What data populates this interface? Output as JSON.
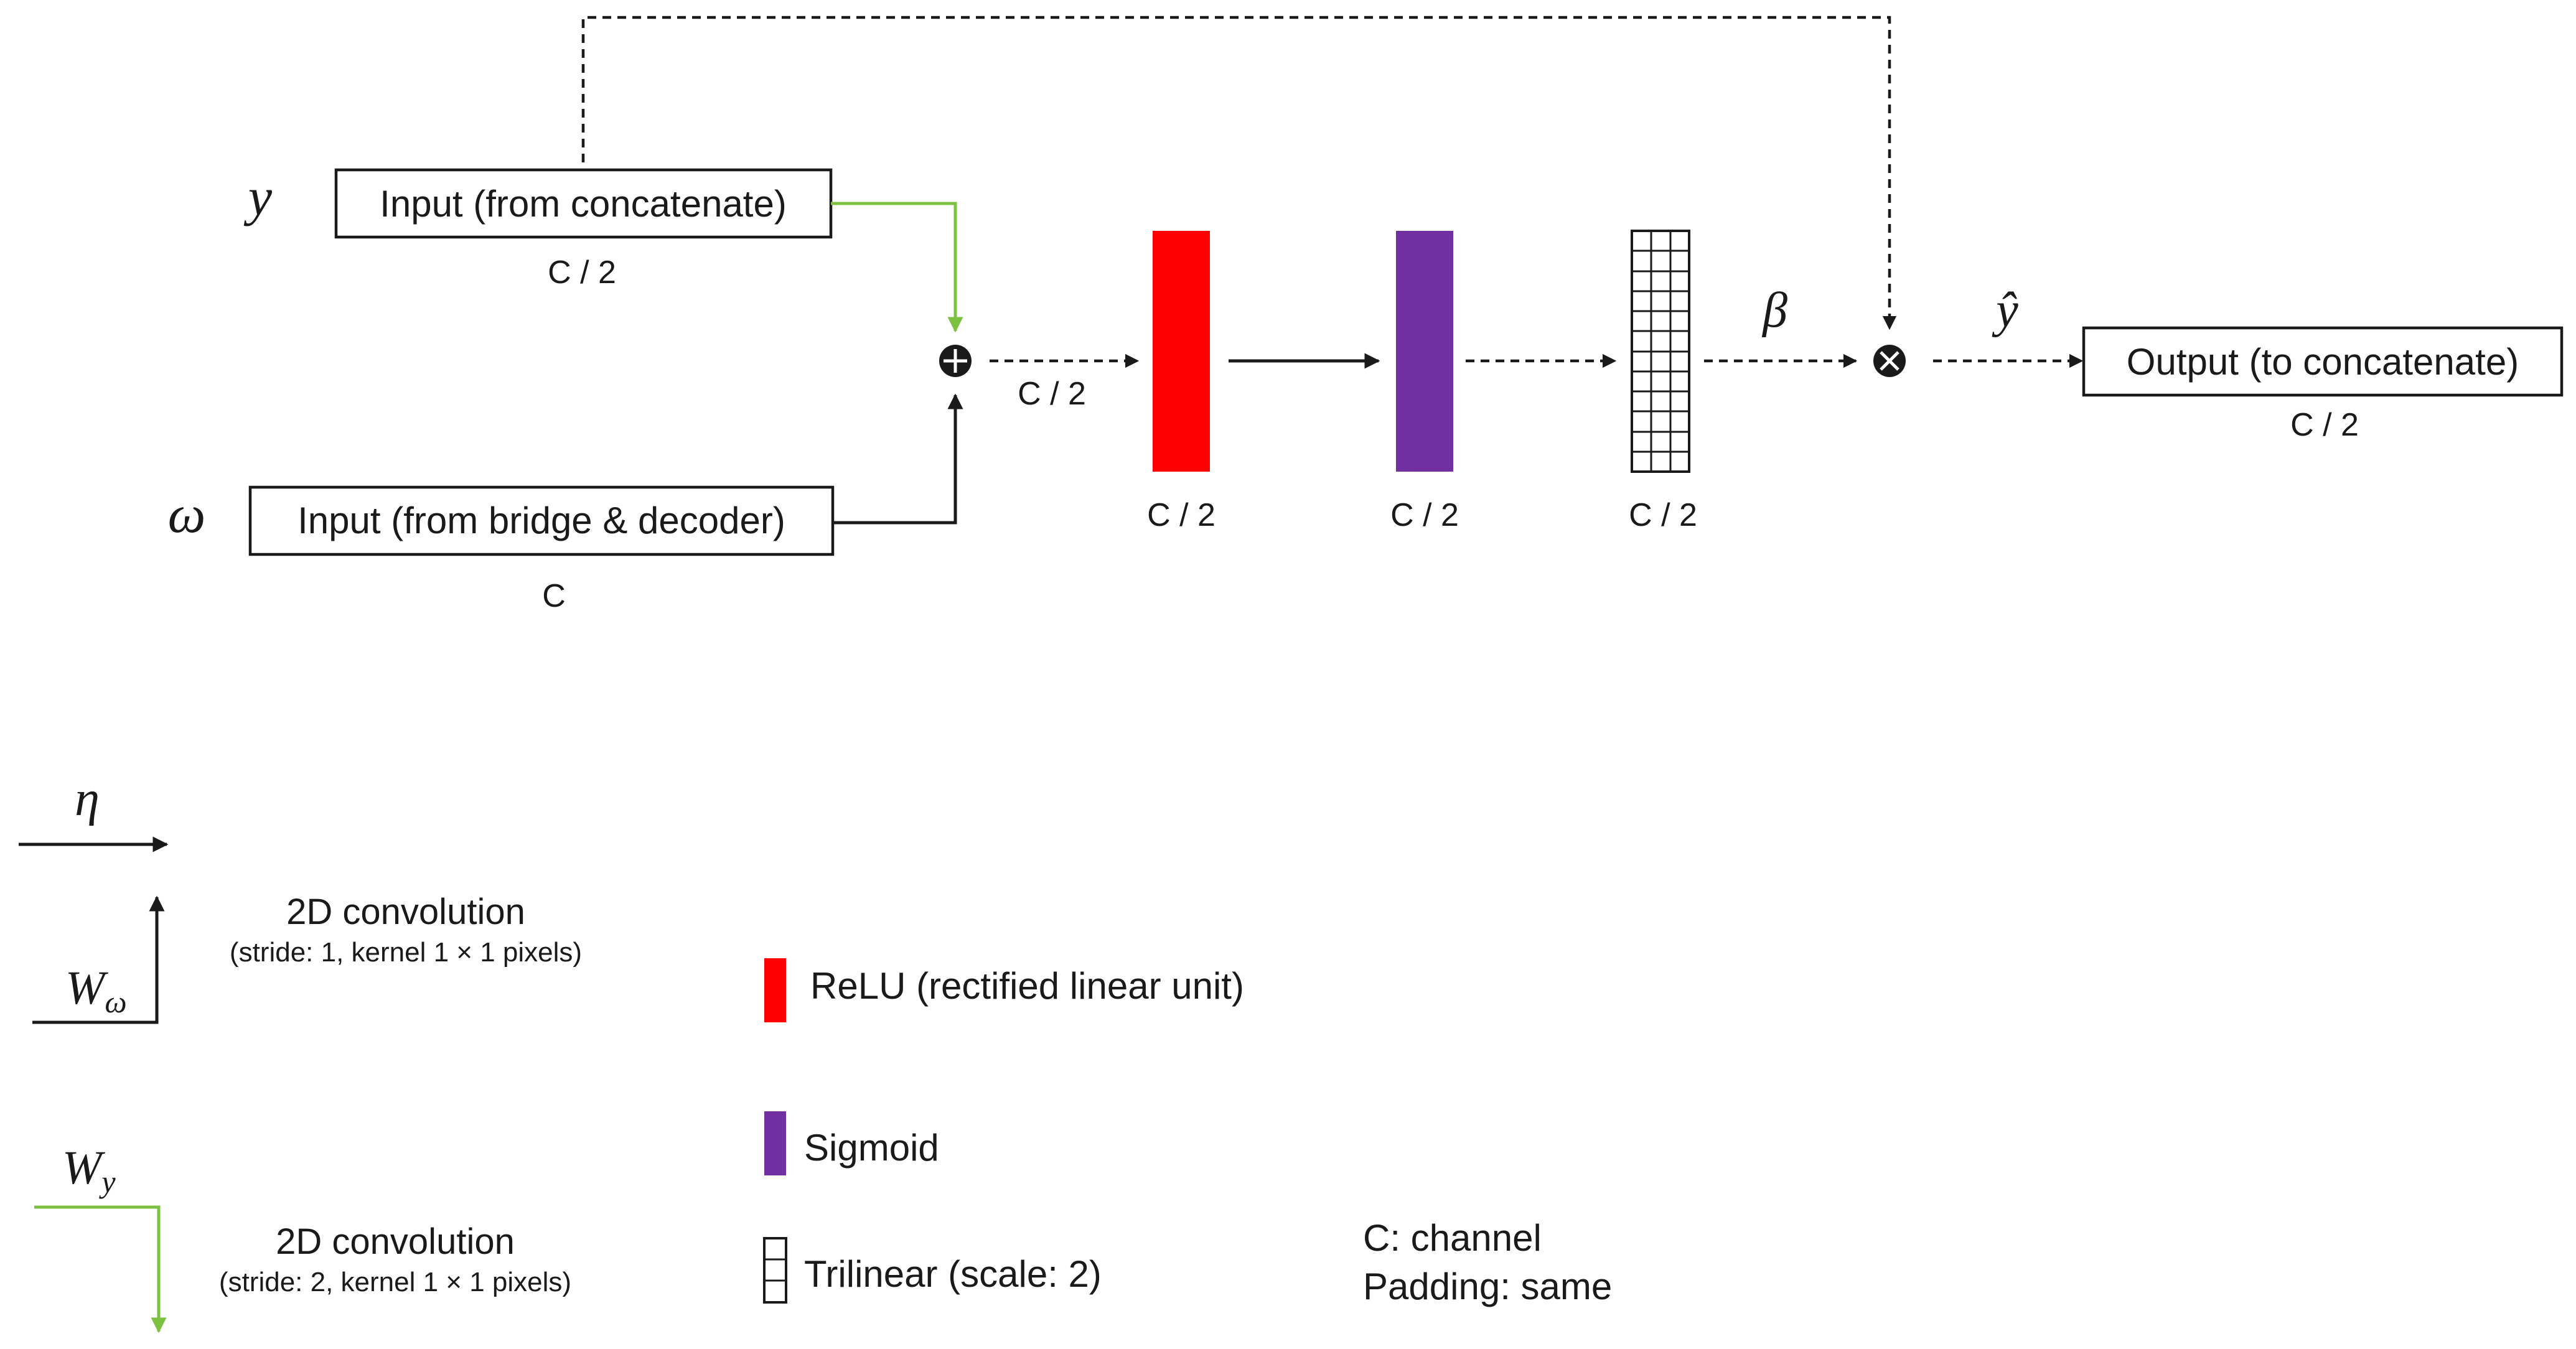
{
  "diagram": {
    "colors": {
      "relu": "#ff0000",
      "sigmoid": "#7030a0",
      "green_path": "#7dc142",
      "ink": "#1a1a1a"
    },
    "inputs": {
      "y_symbol": "y",
      "y_box_label": "Input (from concatenate)",
      "y_channels": "C / 2",
      "w_symbol": "ω",
      "w_box_label": "Input (from bridge & decoder)",
      "w_channels": "C"
    },
    "sum_channels": "C / 2",
    "blocks": {
      "relu_channels": "C / 2",
      "sigmoid_channels": "C / 2",
      "trilinear_channels": "C / 2"
    },
    "beta_symbol": "β",
    "yhat_symbol": "ŷ",
    "output": {
      "box_label": "Output (to concatenate)",
      "channels": "C / 2"
    },
    "legend": {
      "eta_symbol": "η",
      "w_omega_symbol": "W",
      "w_omega_sub": "ω",
      "conv1_title": "2D convolution",
      "conv1_detail": "(stride: 1, kernel 1 × 1 pixels)",
      "w_y_symbol": "W",
      "w_y_sub": "y",
      "conv2_title": "2D convolution",
      "conv2_detail": "(stride: 2, kernel 1 × 1 pixels)",
      "relu_label": "ReLU (rectified linear unit)",
      "sigmoid_label": "Sigmoid",
      "trilinear_label": "Trilinear (scale: 2)",
      "channel_note": "C: channel",
      "padding_note": "Padding: same"
    }
  }
}
